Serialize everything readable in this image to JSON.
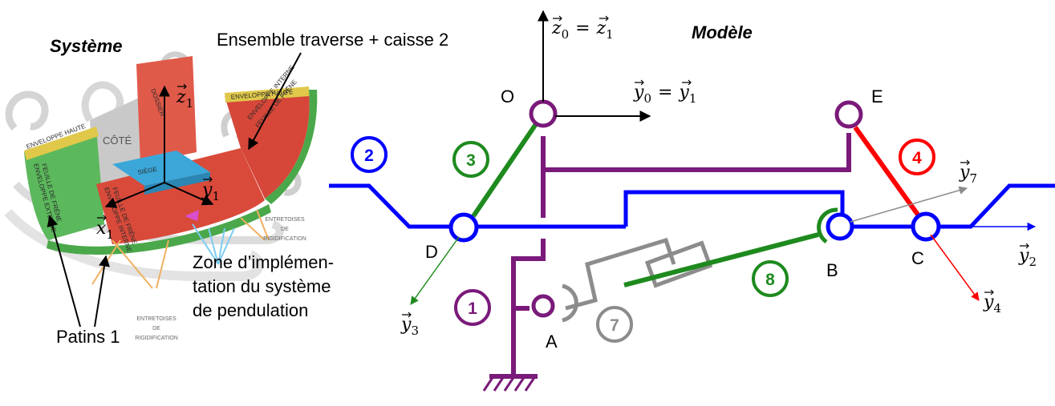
{
  "titles": {
    "systeme": "Système",
    "modele": "Modèle"
  },
  "left": {
    "ensemble_label": "Ensemble traverse + caisse 2",
    "zone_line1": "Zone d’implémen-",
    "zone_line2": "tation du système",
    "zone_line3": "de pendulation",
    "patins_label": "Patins 1",
    "photo_texts": {
      "cote": "CÔTÉ",
      "dossier": "DOSSIER",
      "siege": "SIÈGE",
      "env_haute_left": "ENVELOPPE HAUTE",
      "env_ext_1": "ENVELOPPE EXTERNE",
      "env_ext_2": "FEUILLE DE FRÊNE",
      "env_int_1": "ENVELOPPE INTERNE",
      "env_int_2": "FEUILLE DE FRÊNE",
      "env_haute_right": "ENVELOPPE HAUTE",
      "env_int_r1": "ENVELOPPE INTERNE",
      "env_int_r2": "FEUILLE DE FRÊNE",
      "entr_a1": "ENTRETOISES",
      "entr_a2": "DE",
      "entr_a3": "RIGIDIFICATION",
      "entr_b1": "ENTRETOISES",
      "entr_b2": "DE",
      "entr_b3": "RIGIDIFICATION"
    },
    "axes": {
      "z1": {
        "sym": "z",
        "sub": "1"
      },
      "y1": {
        "sym": "y",
        "sub": "1"
      },
      "x1": {
        "sym": "x",
        "sub": "1"
      }
    }
  },
  "model": {
    "points": {
      "O": "O",
      "E": "E",
      "D": "D",
      "A": "A",
      "B": "B",
      "C": "C"
    },
    "solids": {
      "s1": {
        "label": "1",
        "color": "#7a1a7a"
      },
      "s2": {
        "label": "2",
        "color": "#0000ff"
      },
      "s3": {
        "label": "3",
        "color": "#1e8a1e"
      },
      "s4": {
        "label": "4",
        "color": "#ff0000"
      },
      "s7": {
        "label": "7",
        "color": "#8c8c8c"
      },
      "s8": {
        "label": "8",
        "color": "#1e8a1e"
      }
    },
    "vectors": {
      "z0": {
        "sym": "z",
        "sub": "0"
      },
      "z0_eq": "=",
      "z1": {
        "sym": "z",
        "sub": "1"
      },
      "y0": {
        "sym": "y",
        "sub": "0"
      },
      "y0_eq": "=",
      "y1": {
        "sym": "y",
        "sub": "1"
      },
      "y2": {
        "sym": "y",
        "sub": "2"
      },
      "y3": {
        "sym": "y",
        "sub": "3"
      },
      "y4": {
        "sym": "y",
        "sub": "4"
      },
      "y7": {
        "sym": "y",
        "sub": "7"
      }
    }
  }
}
